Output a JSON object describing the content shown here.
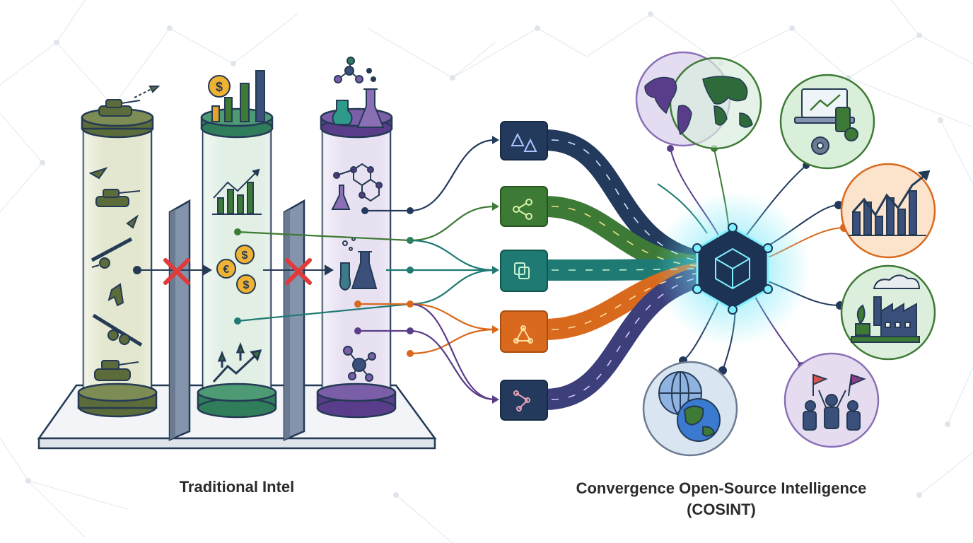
{
  "left_caption": "Traditional Intel",
  "right_caption_line1": "Convergence Open-Source Intelligence",
  "right_caption_line2": "(COSINT)",
  "colors": {
    "military": "#5b6b3a",
    "financial": "#2f7d5b",
    "science": "#5a3d8a",
    "navy": "#233a5c",
    "green": "#3d7a35",
    "teal": "#1e7a72",
    "orange": "#d9691c",
    "purple": "#3c3f7a",
    "barrier": "#6b7a91",
    "cross": "#e03a3a",
    "hub_glow": "#7ff0ff"
  },
  "silos": [
    {
      "name": "military-silo",
      "icons": [
        "missile-icon",
        "tank-icon",
        "artillery-icon",
        "aircraft-icon",
        "howitzer-icon",
        "tank-icon"
      ]
    },
    {
      "name": "financial-silo",
      "icons": [
        "dollar-coin-icon",
        "bar-chart-icon",
        "line-chart-icon",
        "euro-coin-icon",
        "dollar-coin-icon",
        "trend-up-icon"
      ]
    },
    {
      "name": "science-silo",
      "icons": [
        "molecule-icon",
        "flask-icon",
        "molecule-icon",
        "flask-icon",
        "molecule-icon"
      ]
    }
  ],
  "nodes": [
    {
      "name": "triangles-node",
      "icon": "triangles-icon"
    },
    {
      "name": "share-node",
      "icon": "share-icon"
    },
    {
      "name": "copy-node",
      "icon": "copy-icon"
    },
    {
      "name": "triangle-graph-node",
      "icon": "triangle-graph-icon"
    },
    {
      "name": "network-node",
      "icon": "network-icon"
    }
  ],
  "outputs": [
    {
      "name": "world-map-output",
      "icon": "world-map-icon"
    },
    {
      "name": "technology-output",
      "icon": "laptop-gear-icon"
    },
    {
      "name": "market-output",
      "icon": "stock-chart-icon"
    },
    {
      "name": "industry-output",
      "icon": "factory-icon"
    },
    {
      "name": "social-output",
      "icon": "protest-icon"
    },
    {
      "name": "globe-output",
      "icon": "globe-icon"
    }
  ]
}
